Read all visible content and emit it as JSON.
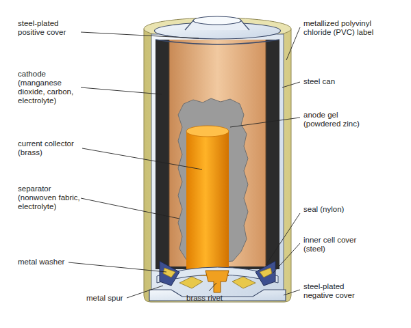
{
  "diagram": {
    "labels": [
      "steel-plated positive cover",
      "cathode (manganese dioxide, carbon, electrolyte)",
      "current collector (brass)",
      "separator (nonwoven fabric, electrolyte)",
      "metal washer",
      "metal spur",
      "brass rivet",
      "metallized polyvinyl chloride (PVC) label",
      "steel can",
      "anode gel (powdered zinc)",
      "seal (nylon)",
      "inner cell cover (steel)",
      "steel-plated negative cover"
    ]
  }
}
